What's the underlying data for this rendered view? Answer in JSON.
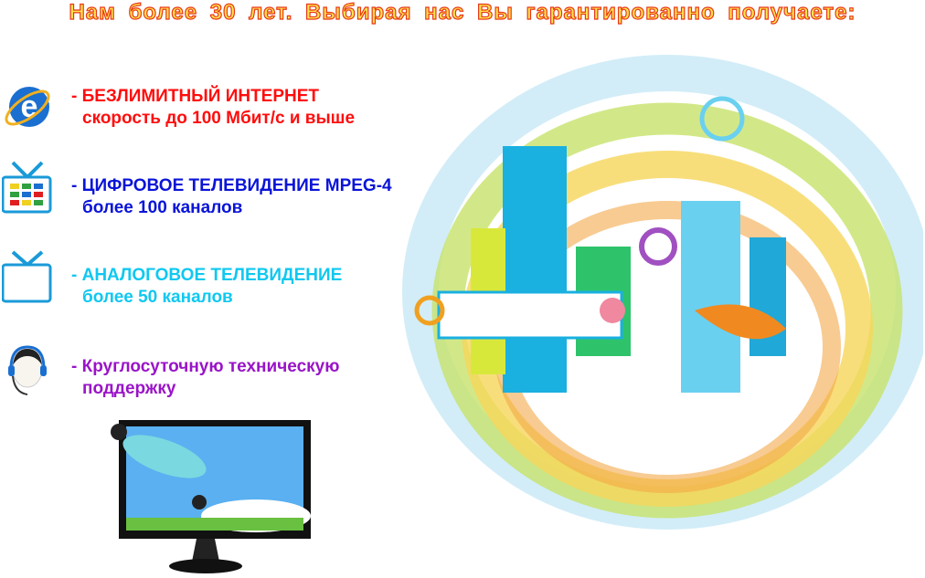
{
  "title": "Нам более 30 лет.  Выбирая нас Вы гарантированно получаете:",
  "features": [
    {
      "line1": "- БЕЗЛИМИТНЫЙ  ИНТЕРНЕТ",
      "line2": "скорость до 100 Мбит/с и выше",
      "color": "#ff0d0d",
      "icon": "internet-explorer-icon"
    },
    {
      "line1": "- ЦИФРОВОЕ  ТЕЛЕВИДЕНИЕ  MPEG-4",
      "line2": "более 100 каналов",
      "color": "#0a14d8",
      "icon": "digital-tv-icon"
    },
    {
      "line1": "- АНАЛОГОВОЕ  ТЕЛЕВИДЕНИЕ",
      "line2": "более  50  каналов",
      "color": "#10c8f0",
      "icon": "analog-tv-icon"
    },
    {
      "line1": "- Круглосуточную техническую",
      "line2": "поддержку",
      "color": "#9a14c8",
      "icon": "support-headset-icon"
    }
  ]
}
